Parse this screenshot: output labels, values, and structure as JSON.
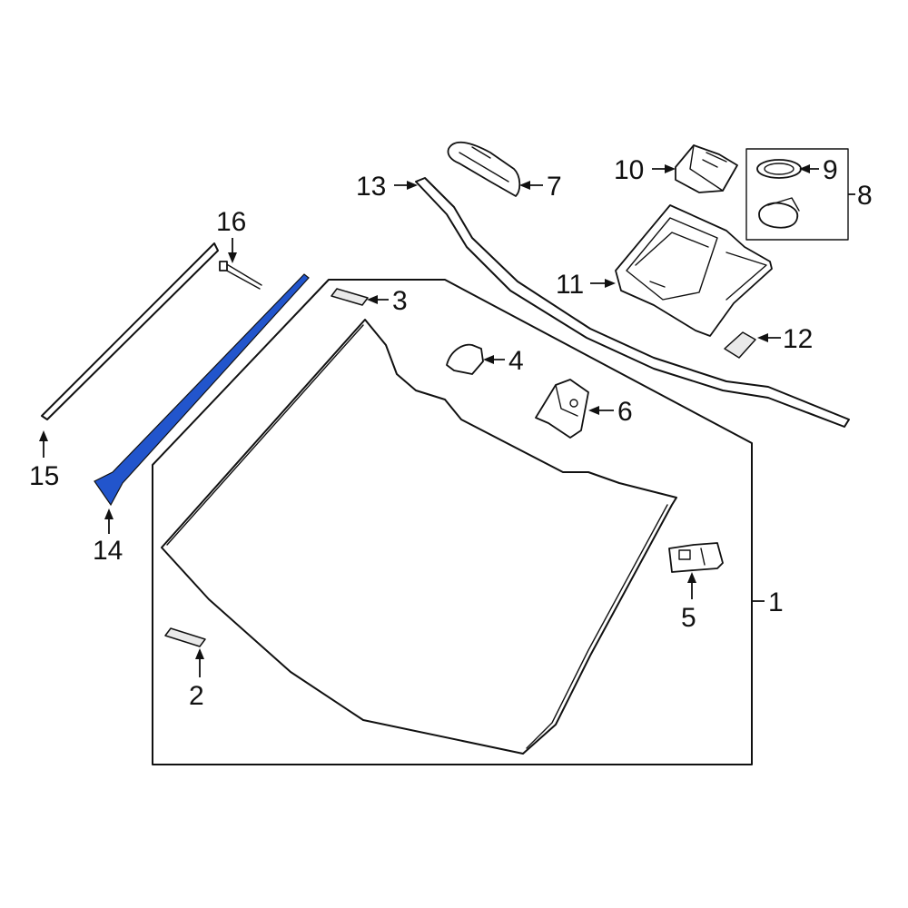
{
  "highlight_color": "#2255cc",
  "line_color": "#111111",
  "background": "#ffffff",
  "callouts": {
    "c1": "1",
    "c2": "2",
    "c3": "3",
    "c4": "4",
    "c5": "5",
    "c6": "6",
    "c7": "7",
    "c8": "8",
    "c9": "9",
    "c10": "10",
    "c11": "11",
    "c12": "12",
    "c13": "13",
    "c14": "14",
    "c15": "15",
    "c16": "16"
  }
}
